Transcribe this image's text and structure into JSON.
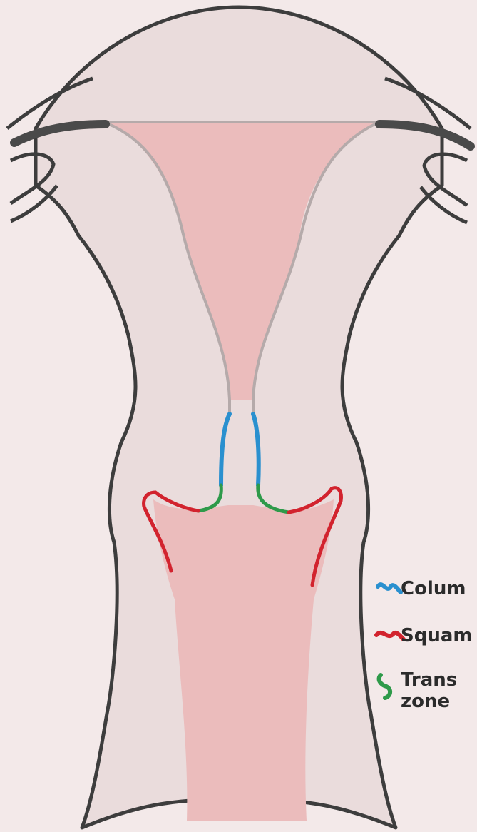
{
  "diagram": {
    "colors": {
      "background": "#f3e9e9",
      "tissue_fill": "#eadcdc",
      "lumen_fill": "#ebbcbc",
      "outline": "#3d3d3d",
      "thick_band": "#4a4a4a",
      "endometrial_line": "#b5aaaa",
      "columnar": "#2a90cf",
      "squamous": "#d2232e",
      "transformation": "#2e9a4a"
    }
  },
  "legend": {
    "items": [
      {
        "label": "Colum",
        "color": "#2a90cf",
        "icon": "columnar-epithelium-icon"
      },
      {
        "label": "Squam",
        "color": "#d2232e",
        "icon": "squamous-epithelium-icon"
      },
      {
        "label": "Trans\nzone",
        "color": "#2e9a4a",
        "icon": "transformation-zone-icon"
      }
    ]
  }
}
